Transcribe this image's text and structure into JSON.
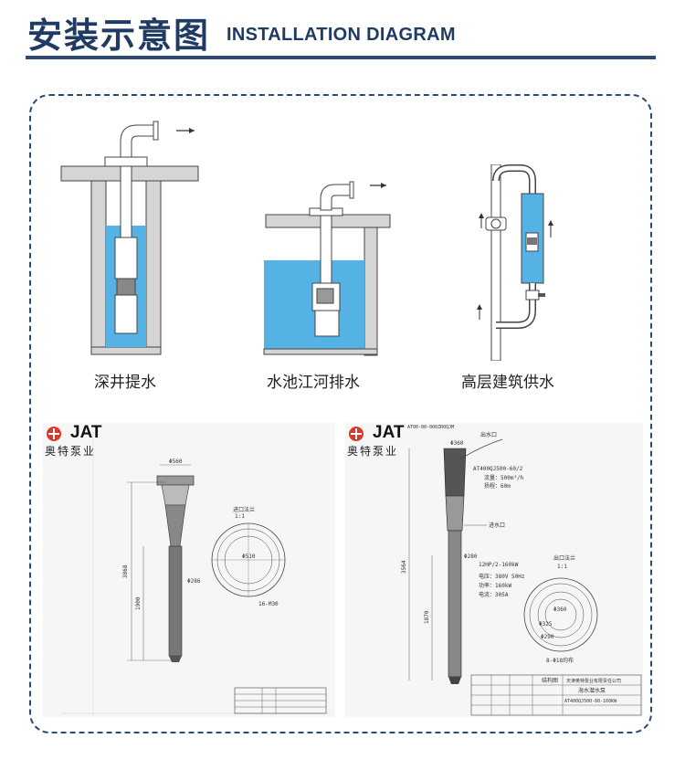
{
  "header": {
    "title_cn": "安装示意图",
    "title_en": "INSTALLATION DIAGRAM"
  },
  "scenes": [
    {
      "caption": "深井提水"
    },
    {
      "caption": "水池江河排水"
    },
    {
      "caption": "高层建筑供水"
    }
  ],
  "drawings": {
    "left": {
      "brand": "JAT",
      "brand_sub": "奥特泵业",
      "dims": [
        "Φ560",
        "3868",
        "1900",
        "Φ286"
      ],
      "detail_title": "进口法兰",
      "detail_scale": "1:1",
      "detail_note": "16-M30",
      "detail_dim": "Φ510"
    },
    "right": {
      "brand": "JAT",
      "brand_sub": "奥特泵业",
      "code": "AT00-00-000ZR0QJM",
      "dims": [
        "Φ360",
        "3564",
        "1870",
        "Φ280"
      ],
      "outlet_label": "出水口",
      "inlet_label": "进水口",
      "spec_model": "AT400QJ500-60/2",
      "spec_flow": "流量：500m³/h",
      "spec_head": "扬程：60m",
      "spec_power": "12HP/2-160kW",
      "spec_voltage": "电压：380V  50Hz",
      "spec_kw": "功率：160kW",
      "spec_current": "电流：305A",
      "detail_title": "出口法兰",
      "detail_scale": "1:1",
      "detail_d1": "Φ360",
      "detail_d2": "Φ325",
      "detail_d3": "Φ290",
      "detail_note": "8-Φ18均布",
      "tb_title": "结构图",
      "tb_name": "海水潜水泵",
      "tb_company": "天津奥特泵业有限责任公司",
      "tb_code": "AT400QJ500-60-160KW"
    }
  },
  "colors": {
    "navy": "#1f3b64",
    "water": "#4aa8dc",
    "water_light": "#bfe3f6",
    "wall": "#cfcfcf"
  }
}
